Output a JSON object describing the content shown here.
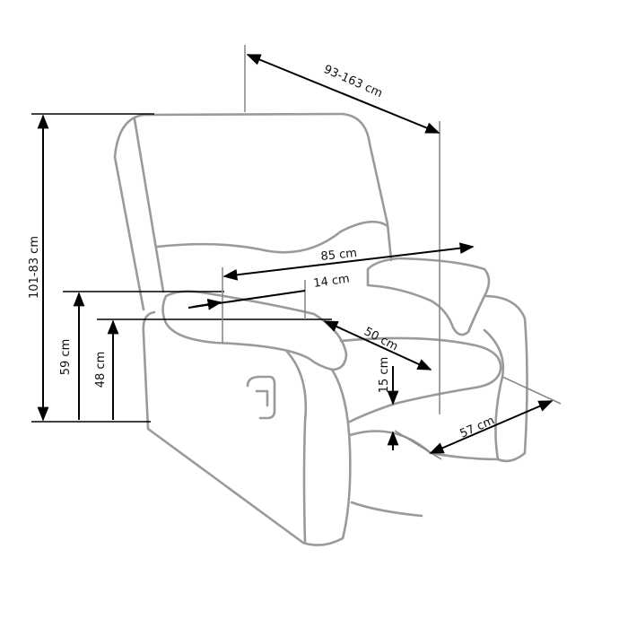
{
  "title": "Armchair dimensions",
  "dimensions": {
    "depth_reclined": "93-163 cm",
    "height": "101-83 cm",
    "width": "85 cm",
    "armrest_width": "14 cm",
    "seat_width": "50 cm",
    "armrest_height": "59 cm",
    "seat_height": "48 cm",
    "seat_thickness": "15 cm",
    "seat_depth": "57 cm"
  },
  "colors": {
    "outline": "#9a9a9a",
    "dimension": "#000000"
  }
}
